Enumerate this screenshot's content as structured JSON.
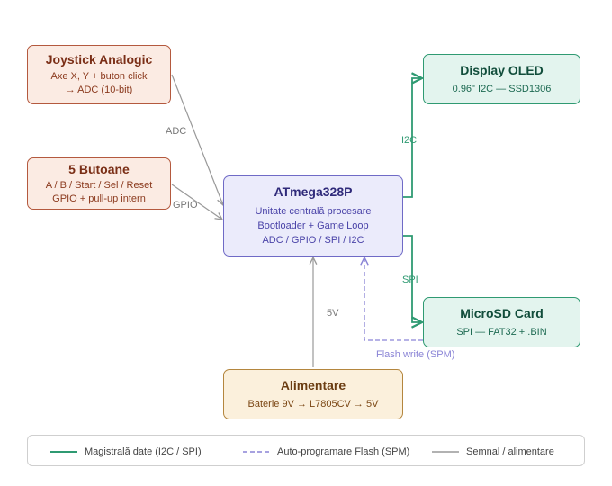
{
  "nodes": {
    "joystick": {
      "title": "Joystick Analogic",
      "lines": [
        "Axe X, Y + buton click",
        "→ ADC (10-bit)"
      ]
    },
    "buttons": {
      "title": "5 Butoane",
      "lines": [
        "A / B / Start / Sel / Reset",
        "GPIO + pull-up intern"
      ]
    },
    "mcu": {
      "title": "ATmega328P",
      "lines": [
        "Unitate centrală procesare",
        "Bootloader + Game Loop",
        "ADC / GPIO / SPI / I2C"
      ]
    },
    "oled": {
      "title": "Display OLED",
      "lines": [
        "0.96\" I2C — SSD1306"
      ]
    },
    "sd": {
      "title": "MicroSD Card",
      "lines": [
        "SPI — FAT32 + .BIN"
      ]
    },
    "power": {
      "title": "Alimentare",
      "lines": [
        "Baterie 9V → L7805CV → 5V"
      ]
    }
  },
  "edges": {
    "adc": "ADC",
    "gpio": "GPIO",
    "i2c": "I2C",
    "spi": "SPI",
    "v5": "5V",
    "flash": "Flash write (SPM)"
  },
  "legend": {
    "data_bus": "Magistrală date (I2C / SPI)",
    "self_prog": "Auto-programare Flash (SPM)",
    "signal_power": "Semnal / alimentare"
  },
  "colors": {
    "data_bus": "#2f9a72",
    "self_prog": "#8a84d6",
    "signal": "#999999"
  }
}
